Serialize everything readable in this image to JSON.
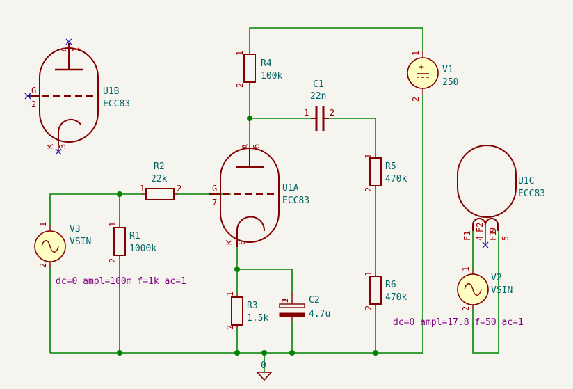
{
  "components": {
    "u1a": {
      "ref": "U1A",
      "value": "ECC83",
      "pins": {
        "a": "A",
        "a_num": "6",
        "g": "G",
        "g_num": "7",
        "k": "K",
        "k_num": "8"
      }
    },
    "u1b": {
      "ref": "U1B",
      "value": "ECC83",
      "pins": {
        "a": "A",
        "a_num": "1",
        "g": "G",
        "g_num": "2",
        "k": "K",
        "k_num": "3"
      }
    },
    "u1c": {
      "ref": "U1C",
      "value": "ECC83",
      "pins": {
        "f1": "F1",
        "f1_num": "4",
        "f2": "F2",
        "f2_num": "9",
        "f1b": "F1",
        "f1b_num": "5"
      }
    },
    "r1": {
      "ref": "R1",
      "value": "1000k"
    },
    "r2": {
      "ref": "R2",
      "value": "22k"
    },
    "r3": {
      "ref": "R3",
      "value": "1.5k"
    },
    "r4": {
      "ref": "R4",
      "value": "100k"
    },
    "r5": {
      "ref": "R5",
      "value": "470k"
    },
    "r6": {
      "ref": "R6",
      "value": "470k"
    },
    "c1": {
      "ref": "C1",
      "value": "22n"
    },
    "c2": {
      "ref": "C2",
      "value": "4.7u"
    },
    "v1": {
      "ref": "V1",
      "value": "250"
    },
    "v2": {
      "ref": "V2",
      "value": "VSIN",
      "sim": "dc=0 ampl=17.8 f=50 ac=1"
    },
    "v3": {
      "ref": "V3",
      "value": "VSIN",
      "sim": "dc=0 ampl=100m f=1k ac=1"
    }
  },
  "pin_numbers": {
    "one": "1",
    "two": "2"
  },
  "nets": {
    "ground": "0"
  },
  "colors": {
    "wire": "#008400",
    "symbol": "#840000",
    "body_fill": "#ffffc2",
    "text": "#006464",
    "sim_text": "#840084",
    "no_connect": "#2020c0"
  }
}
